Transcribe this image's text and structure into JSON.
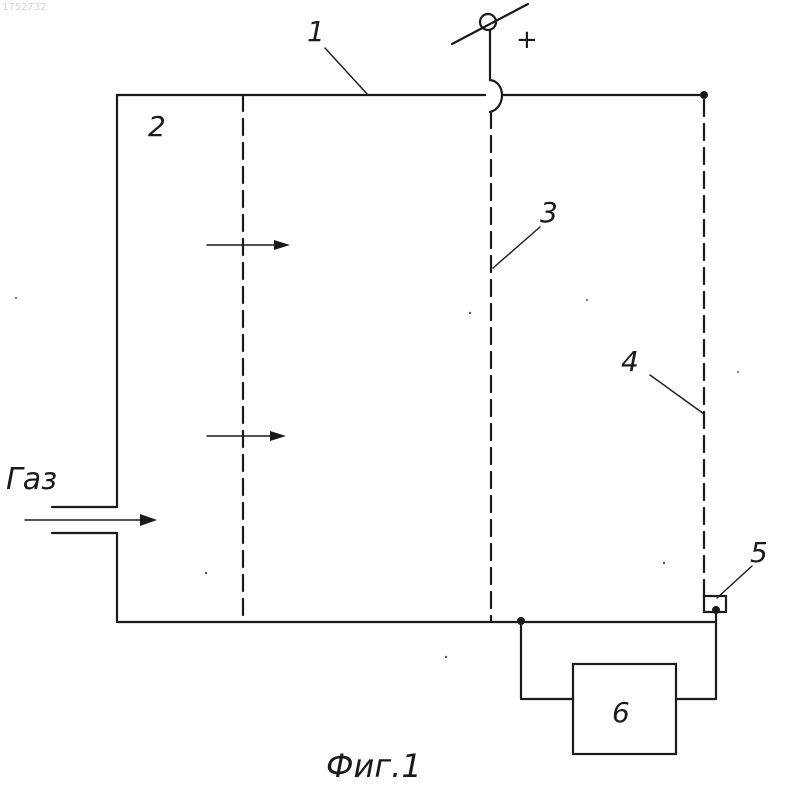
{
  "diagram": {
    "caption": "Фиг.1",
    "gas_label": "Газ",
    "polarity_sign": "+",
    "corner_mark": "1752732",
    "labels": {
      "housing": "1",
      "chamber": "2",
      "electrode": "3",
      "grid": "4",
      "sensor": "5",
      "unit": "6"
    }
  }
}
